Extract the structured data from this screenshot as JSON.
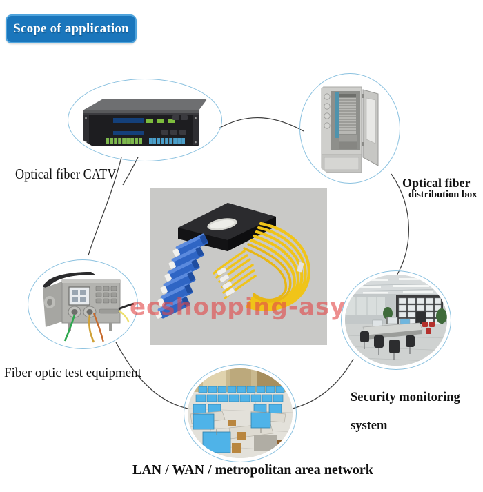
{
  "header": {
    "title": "Scope of application",
    "bg_color": "#1a76bc",
    "border_color": "#4ea3dc",
    "text_color": "#ffffff"
  },
  "watermark": {
    "text": "ecshopping-asy",
    "color": "#e24848"
  },
  "center": {
    "name": "fiber-optic-plc-splitter-module",
    "caption": "",
    "background": "#c9c9c7"
  },
  "diagram": {
    "ring_color": "#8cc2e0",
    "connector_color": "#3a3a3a",
    "nodes": [
      {
        "id": "optical-fiber-catv",
        "label": "Optical fiber CATV",
        "image": "black-rackmount-catv-equipment",
        "shape": "ellipse"
      },
      {
        "id": "optical-fiber-distribution-box",
        "label": "Optical fiber",
        "sublabel": "distribution box",
        "image": "grey-outdoor-fiber-distribution-cabinet",
        "shape": "ellipse"
      },
      {
        "id": "security-monitoring-system",
        "label": "Security monitoring",
        "sublabel": "system",
        "image": "control-room-with-video-wall",
        "shape": "ellipse"
      },
      {
        "id": "lan-wan-man",
        "label": "LAN / WAN / metropolitan area network",
        "image": "computer-lab-with-blue-monitors",
        "shape": "ellipse"
      },
      {
        "id": "fiber-optic-test-equipment",
        "label": "Fiber optic test equipment",
        "image": "grey-portable-fiber-test-instrument",
        "shape": "ellipse"
      }
    ]
  }
}
